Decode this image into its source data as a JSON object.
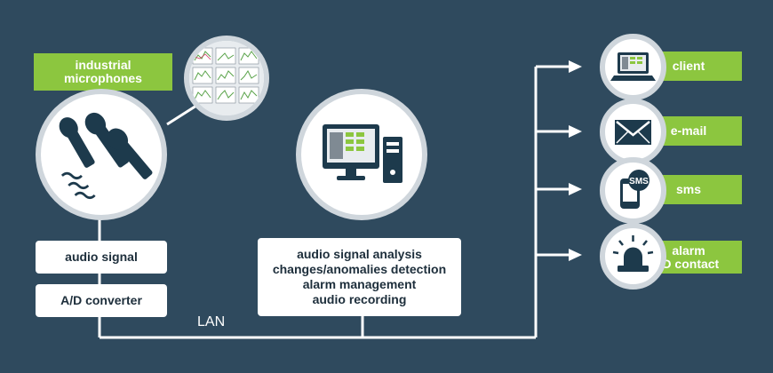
{
  "source": {
    "label_line1": "industrial",
    "label_line2": "microphones",
    "steps": [
      "audio signal",
      "A/D converter"
    ]
  },
  "lan_label": "LAN",
  "server": {
    "functions": [
      "audio signal analysis",
      "changes/anomalies detection",
      "alarm management",
      "audio recording"
    ]
  },
  "outputs": [
    {
      "label": "client",
      "icon": "laptop-icon"
    },
    {
      "label": "e-mail",
      "icon": "envelope-icon"
    },
    {
      "label": "sms",
      "icon": "sms-phone-icon"
    },
    {
      "label_line1": "alarm",
      "label_line2": "IO contact",
      "icon": "alarm-light-icon"
    }
  ],
  "sms_icon_text": "SMS",
  "colors": {
    "background": "#2f4a5e",
    "accent": "#8cc63f",
    "icon": "#1d3a4c",
    "line": "#ffffff"
  }
}
